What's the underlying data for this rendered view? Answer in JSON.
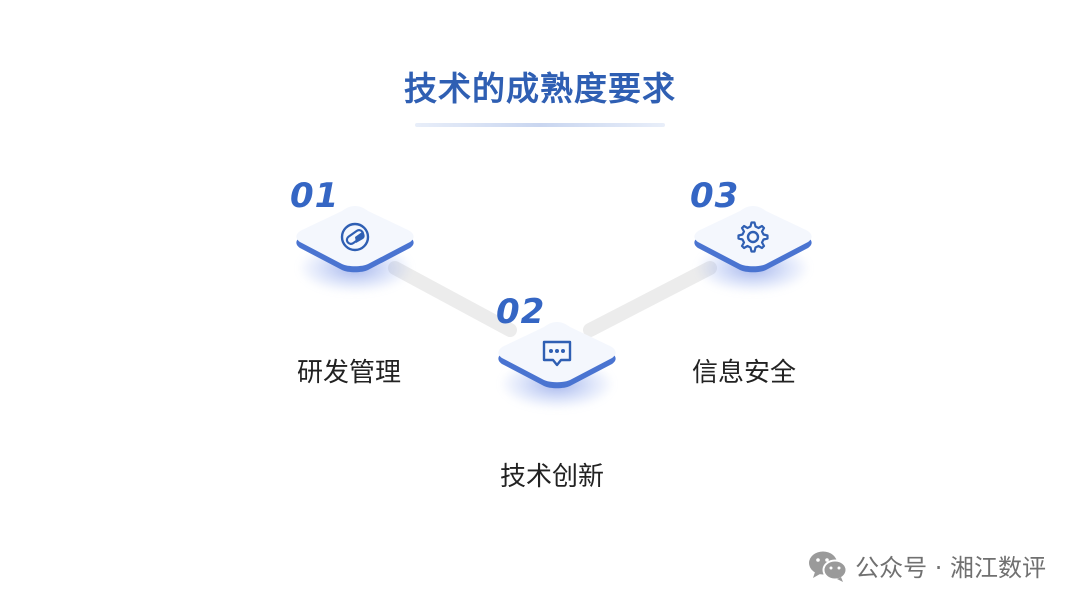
{
  "title": "技术的成熟度要求",
  "steps": [
    {
      "number": "01",
      "label": "研发管理",
      "icon": "pill-icon"
    },
    {
      "number": "02",
      "label": "技术创新",
      "icon": "chat-bubble-icon"
    },
    {
      "number": "03",
      "label": "信息安全",
      "icon": "gear-icon"
    }
  ],
  "watermark": {
    "text": "公众号 · 湘江数评",
    "icon": "wechat-icon"
  },
  "colors": {
    "accent": "#2f5fb3",
    "number": "#3566c4",
    "tile_top": "#f4f7fd",
    "tile_edge": "#4a74d1",
    "connector": "#eeeeee"
  }
}
